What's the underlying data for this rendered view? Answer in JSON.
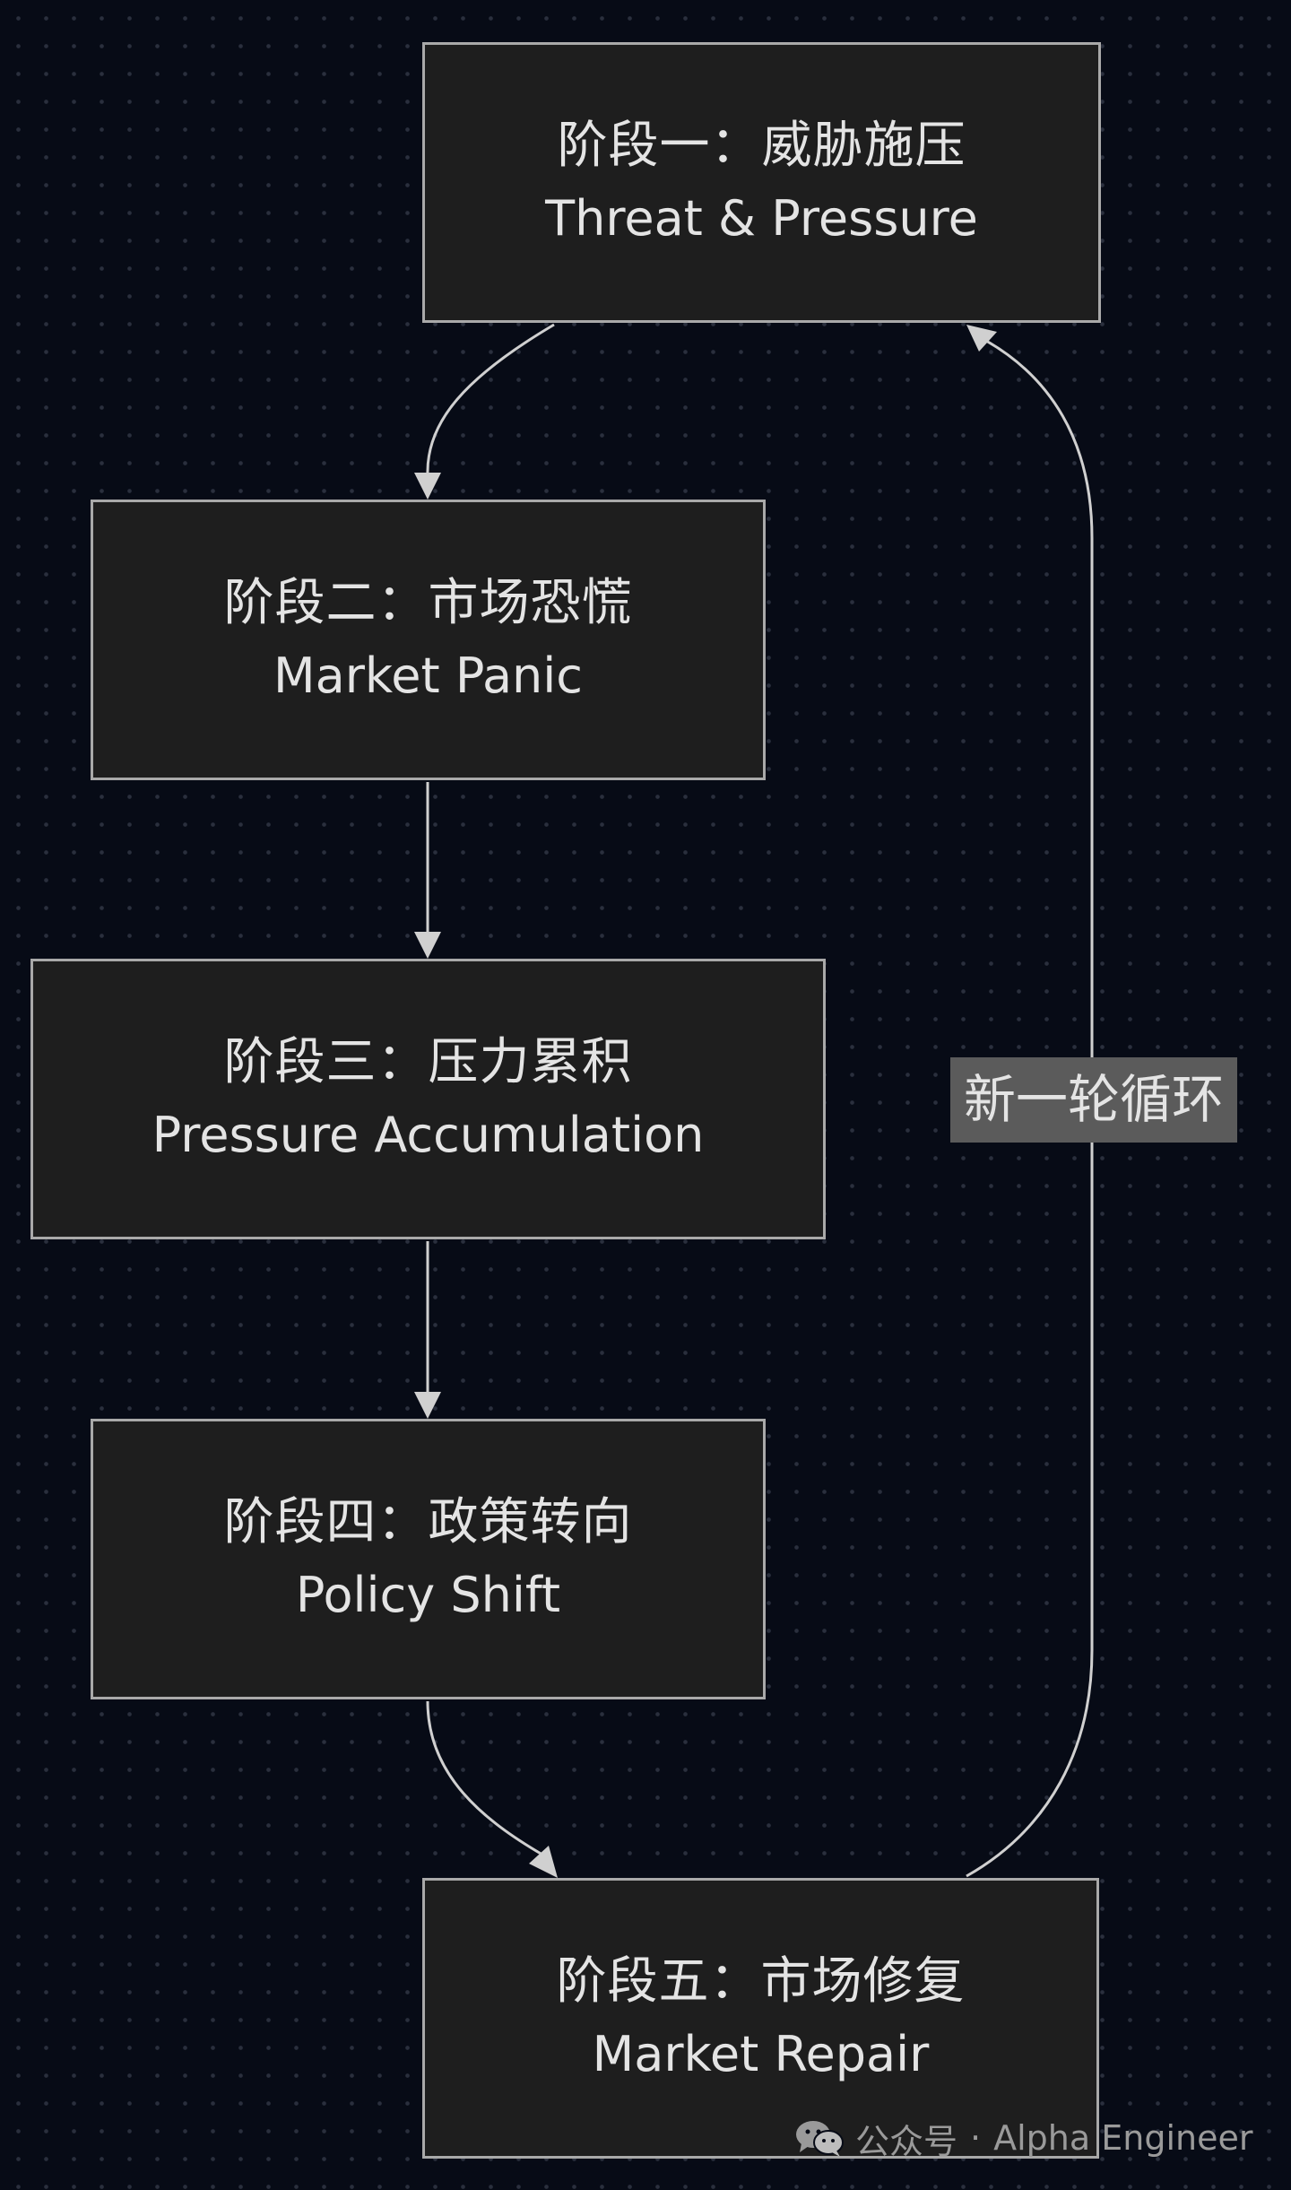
{
  "diagram": {
    "nodes": [
      {
        "id": "stage-1",
        "title_zh": "阶段一：威胁施压",
        "title_en": "Threat & Pressure"
      },
      {
        "id": "stage-2",
        "title_zh": "阶段二：市场恐慌",
        "title_en": "Market Panic"
      },
      {
        "id": "stage-3",
        "title_zh": "阶段三：压力累积",
        "title_en": "Pressure Accumulation"
      },
      {
        "id": "stage-4",
        "title_zh": "阶段四：政策转向",
        "title_en": "Policy Shift"
      },
      {
        "id": "stage-5",
        "title_zh": "阶段五：市场修复",
        "title_en": "Market Repair"
      }
    ],
    "edges": [
      {
        "from": "stage-1",
        "to": "stage-2",
        "label": ""
      },
      {
        "from": "stage-2",
        "to": "stage-3",
        "label": ""
      },
      {
        "from": "stage-3",
        "to": "stage-4",
        "label": ""
      },
      {
        "from": "stage-4",
        "to": "stage-5",
        "label": ""
      },
      {
        "from": "stage-5",
        "to": "stage-1",
        "label": "新一轮循环"
      }
    ],
    "loop_label": "新一轮循环"
  },
  "watermark": {
    "icon": "wechat-icon",
    "account": "公众号",
    "separator": "·",
    "name": "Alpha Engineer"
  },
  "colors": {
    "background": "#070b16",
    "node_fill": "#1e1e1e",
    "node_border": "#a9a9a9",
    "text": "#e4e4e4",
    "edge": "#d0d0d0",
    "edge_label_fill": "#5b5b5b"
  }
}
